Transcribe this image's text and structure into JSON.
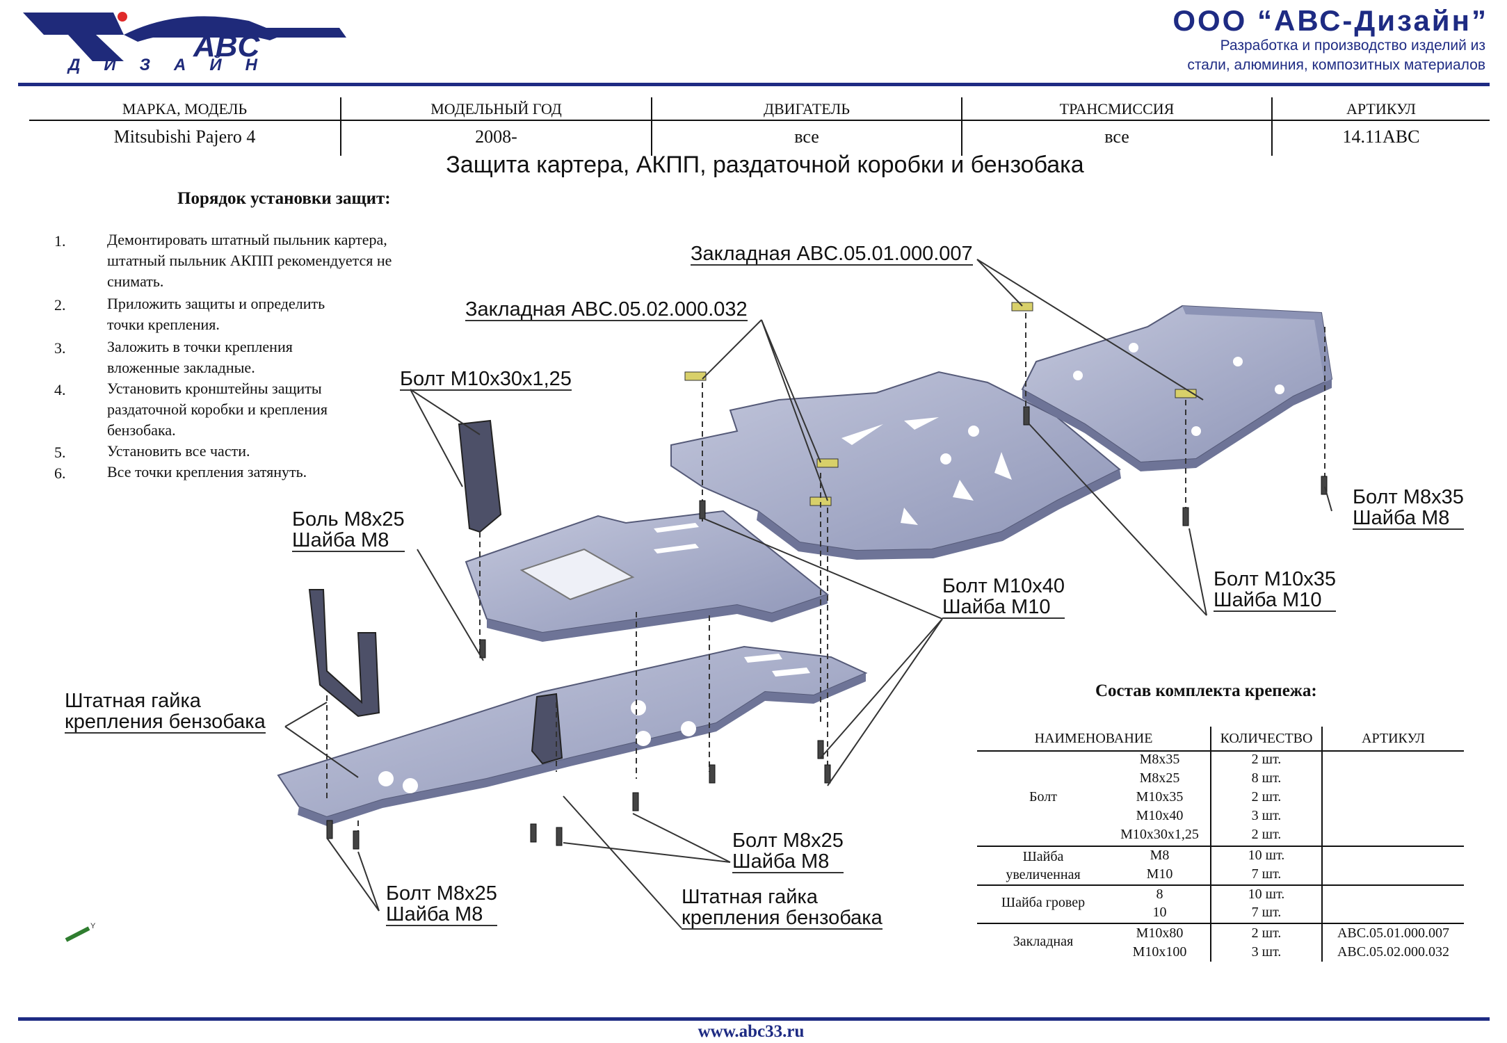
{
  "header": {
    "logo": {
      "brand": "ABC",
      "subtitle": "ДИЗАЙН"
    },
    "company": "ООО “АВС-Дизайн”",
    "tagline_line1": "Разработка и производство изделий из",
    "tagline_line2": "стали, алюминия, композитных материалов"
  },
  "info_table": {
    "headers": [
      "МАРКА, МОДЕЛЬ",
      "МОДЕЛЬНЫЙ ГОД",
      "ДВИГАТЕЛЬ",
      "ТРАНСМИССИЯ",
      "АРТИКУЛ"
    ],
    "values": [
      "Mitsubishi Pajero 4",
      "2008-",
      "все",
      "все",
      "14.11ABC"
    ]
  },
  "title": "Защита картера, АКПП, раздаточной коробки и бензобака",
  "install": {
    "heading": "Порядок установки защит:",
    "steps": [
      {
        "num": "1.",
        "lines": [
          "Демонтировать штатный  пыльник картера,",
          "штатный пыльник АКПП  рекомендуется не",
          "снимать."
        ]
      },
      {
        "num": "2.",
        "lines": [
          "Приложить защиты и определить",
          "точки крепления."
        ]
      },
      {
        "num": "3.",
        "lines": [
          "Заложить в точки крепления",
          "вложенные закладные."
        ]
      },
      {
        "num": "4.",
        "lines": [
          "Установить кронштейны защиты",
          "раздаточной коробки и крепления",
          "бензобака."
        ]
      },
      {
        "num": "5.",
        "lines": [
          "Установить все части."
        ]
      },
      {
        "num": "6.",
        "lines": [
          "Все точки крепления затянуть."
        ]
      }
    ]
  },
  "callouts": {
    "insert_007": "Закладная ABC.05.01.000.007",
    "insert_032": "Закладная ABC.05.02.000.032",
    "bolt_m10x30": "Болт M10x30x1,25",
    "bolt_m8x25_top": "Боль М8х25\nШайба М8",
    "bolt_m8x35": "Болт М8х35\nШайба М8",
    "bolt_m10x40": "Болт М10х40\nШайба М10",
    "bolt_m10x35": "Болт М10х35\nШайба М10",
    "nut_left": "Штатная гайка\nкрепления бензобака",
    "bolt_m8x25_mid": "Болт М8х25\nШайба М8",
    "bolt_m8x25_bottom": "Болт М8х25\nШайба М8",
    "nut_bottom": "Штатная гайка\nкрепления бензобака"
  },
  "kit": {
    "heading": "Состав комплекта крепежа:",
    "columns": [
      "НАИМЕНОВАНИЕ",
      "КОЛИЧЕСТВО",
      "АРТИКУЛ"
    ],
    "groups": [
      {
        "name": "Болт",
        "rows": [
          {
            "size": "M8x35",
            "qty": "2 шт.",
            "art": ""
          },
          {
            "size": "M8x25",
            "qty": "8 шт.",
            "art": ""
          },
          {
            "size": "M10x35",
            "qty": "2 шт.",
            "art": ""
          },
          {
            "size": "M10x40",
            "qty": "3 шт.",
            "art": ""
          },
          {
            "size": "M10x30x1,25",
            "qty": "2 шт.",
            "art": ""
          }
        ]
      },
      {
        "name": "Шайба увеличенная",
        "name_line1": "Шайба",
        "name_line2": "увеличенная",
        "rows": [
          {
            "size": "M8",
            "qty": "10 шт.",
            "art": ""
          },
          {
            "size": "M10",
            "qty": "7 шт.",
            "art": ""
          }
        ]
      },
      {
        "name": "Шайба гровер",
        "rows": [
          {
            "size": "8",
            "qty": "10 шт.",
            "art": ""
          },
          {
            "size": "10",
            "qty": "7 шт.",
            "art": ""
          }
        ]
      },
      {
        "name": "Закладная",
        "rows": [
          {
            "size": "M10x80",
            "qty": "2 шт.",
            "art": "ABC.05.01.000.007"
          },
          {
            "size": "M10x100",
            "qty": "3 шт.",
            "art": "ABC.05.02.000.032"
          }
        ]
      }
    ]
  },
  "footer": {
    "url": "www.abc33.ru"
  },
  "colors": {
    "brand_blue": "#1e2b83",
    "plate": "#a9aec9",
    "plate_dark": "#7f86a8",
    "insert": "#d8d06a"
  }
}
